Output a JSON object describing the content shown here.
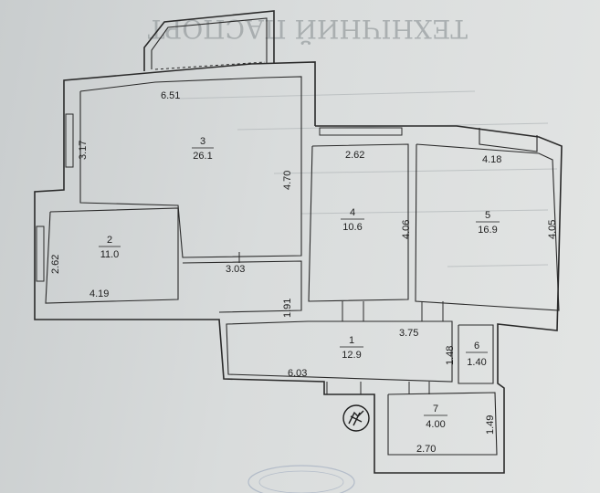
{
  "background_text": {
    "title": "ТЕХНІЧНИЙ ПАСПОРТ"
  },
  "rooms": [
    {
      "id": "1",
      "area": "12.9"
    },
    {
      "id": "2",
      "area": "11.0"
    },
    {
      "id": "3",
      "area": "26.1"
    },
    {
      "id": "4",
      "area": "10.6"
    },
    {
      "id": "5",
      "area": "16.9"
    },
    {
      "id": "6",
      "area": "1.40"
    },
    {
      "id": "7",
      "area": "4.00"
    }
  ],
  "dimensions": {
    "d651": "6.51",
    "d317": "3.17",
    "d470": "4.70",
    "d262a": "2.62",
    "d262b": "2.62",
    "d418": "4.18",
    "d406": "4.06",
    "d405": "4.05",
    "d419": "4.19",
    "d303": "3.03",
    "d191": "1.91",
    "d375": "3.75",
    "d148": "1.48",
    "d603": "6.03",
    "d149": "1.49",
    "d270": "2.70"
  }
}
